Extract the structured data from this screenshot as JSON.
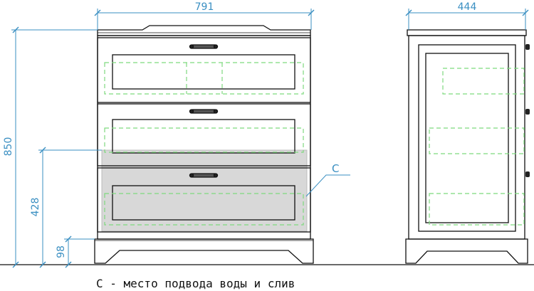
{
  "dimensions": {
    "front_width": "791",
    "side_depth": "444",
    "height_total": "850",
    "height_utility_top": "428",
    "height_plinth": "98"
  },
  "callout": {
    "label": "C"
  },
  "caption": "C - место подвода воды и слив",
  "colors": {
    "dimension": "#3a8fc2",
    "outline": "#111111",
    "zone_dashes": "#7ed97e",
    "utility_fill": "#d8d8d8"
  }
}
